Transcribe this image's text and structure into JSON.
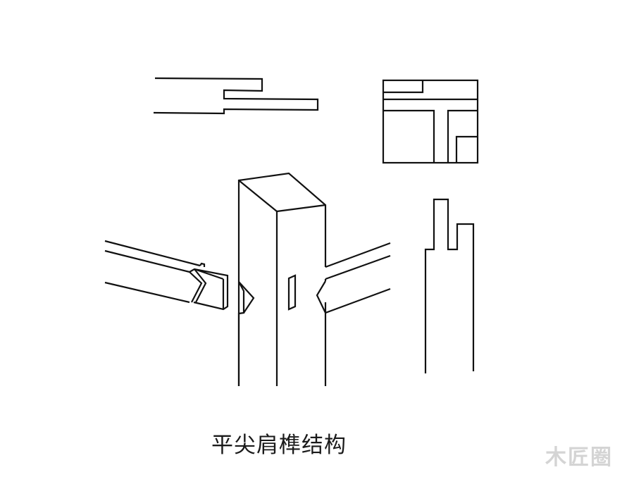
{
  "diagram": {
    "caption": "平尖肩榫结构",
    "watermark": "木匠圈",
    "colors": {
      "background": "#ffffff",
      "line": "#111111",
      "watermark": "#d4d4d4"
    },
    "views": [
      {
        "id": "plan-view",
        "description": "Top view: stepped mortise-and-tenon profile"
      },
      {
        "id": "section-view",
        "description": "Cross-section with T-shaped tenon layout"
      },
      {
        "id": "exploded-view",
        "description": "Isometric exploded joint: left rail with V shoulder, post with mortise, right rail with pointed shoulder"
      },
      {
        "id": "elevation-view",
        "description": "Side elevation of post top with double tenon step"
      }
    ]
  }
}
